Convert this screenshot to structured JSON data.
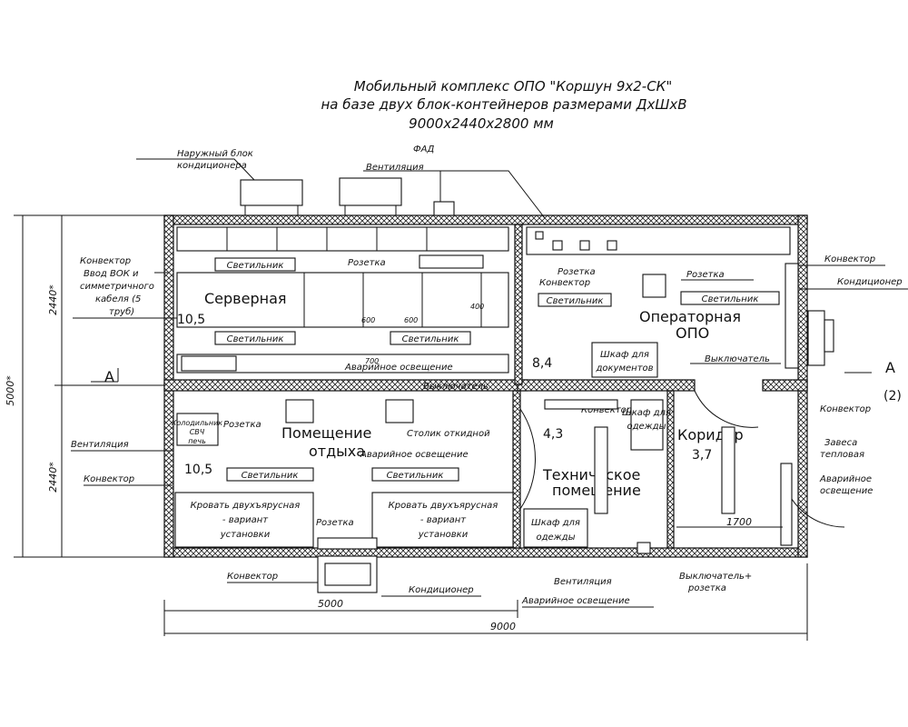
{
  "title": {
    "line1": "Мобильный комплекс ОПО \"Коршун 9х2-СК\"",
    "line2": "на базе двух блок-контейнеров размерами ДхШхВ",
    "line3": "9000х2440х2800 мм"
  },
  "rooms": {
    "server": {
      "name": "Серверная",
      "area": "10,5"
    },
    "operator": {
      "name1": "Операторная",
      "name2": "ОПО"
    },
    "rest": {
      "name1": "Помещение",
      "name2": "отдыха",
      "area": "10,5"
    },
    "operator_area": "8,4",
    "technical": {
      "name1": "Техническое",
      "name2": "помещение",
      "area": "4,3"
    },
    "corridor": {
      "name": "Коридор",
      "area": "3,7"
    }
  },
  "labels": {
    "outdoor_unit": "Наружный блок",
    "outdoor_unit2": "кондиционера",
    "ventilation": "Вентиляция",
    "odf": "ФАД",
    "lamp": "Светильник",
    "socket": "Розетка",
    "convector": "Конвектор",
    "conditioner": "Кондиционер",
    "emergency_lighting": "Аварийное освещение",
    "emergency_lighting2": "освещение",
    "emergency": "Аварийное",
    "switch": "Выключатель",
    "switch_socket1": "Выключатель+",
    "switch_socket2": "розетка",
    "doc_cabinet1": "Шкаф для",
    "doc_cabinet2": "документов",
    "clothes_cabinet1": "Шкаф для",
    "clothes_cabinet2": "одежды",
    "folding_table": "Столик откидной",
    "bunk_bed1": "Кровать двухъярусная",
    "bunk_bed2": "- вариант",
    "bunk_bed3": "установки",
    "microwave": "Холодильник",
    "microwave2": "СВЧ",
    "microwave3": "печь",
    "heat_curtain1": "Завеса",
    "heat_curtain2": "тепловая",
    "vok1": "Конвектор",
    "vok2": "Ввод ВОК и",
    "vok3": "симметричного",
    "vok4": "кабеля (5",
    "vok5": "труб)"
  },
  "dimensions": {
    "total_length": "9000",
    "partial_length": "5000",
    "total_width": "5000*",
    "block_width_top": "2440*",
    "block_width_bottom": "2440*",
    "corridor_width": "1700",
    "cell_400": "400",
    "cell_700": "700",
    "cell_600a": "600",
    "cell_600b": "600"
  },
  "section": {
    "left": "А",
    "right": "А",
    "right_sub": "(2)"
  }
}
